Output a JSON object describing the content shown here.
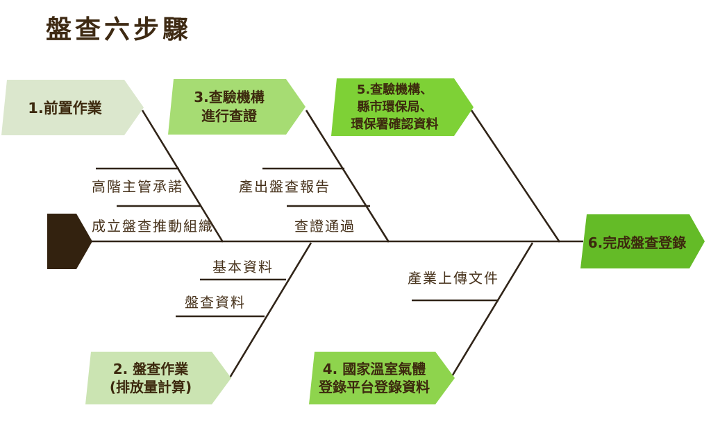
{
  "title": "盤查六步驟",
  "colors": {
    "background": "#ffffff",
    "title_text": "#3e2a13",
    "skeleton_line": "#302418",
    "tail_fill": "#33220f",
    "sub_item_text": "#453019",
    "step_text": "#3c290e"
  },
  "steps": [
    {
      "label": "1.前置作業",
      "fill": "#dbe7cd",
      "sub_items": [
        "高階主管承諾",
        "成立盤查推動組織"
      ]
    },
    {
      "label": "2. 盤查作業\n(排放量計算)",
      "fill": "#cbe4b2",
      "sub_items": [
        "基本資料",
        "盤查資料"
      ]
    },
    {
      "label": "3.查驗機構\n進行查證",
      "fill": "#a6dc73",
      "sub_items": [
        "產出盤查報告",
        "查證通過"
      ]
    },
    {
      "label": "4. 國家溫室氣體\n登錄平台登錄資料",
      "fill": "#8ed44d",
      "sub_items": [
        "產業上傳文件"
      ]
    },
    {
      "label": "5.查驗機構、\n縣市環保局、\n環保署確認資料",
      "fill": "#7ed136",
      "sub_items": []
    },
    {
      "label": "6.完成盤查登錄",
      "fill": "#64bb27",
      "sub_items": []
    }
  ]
}
